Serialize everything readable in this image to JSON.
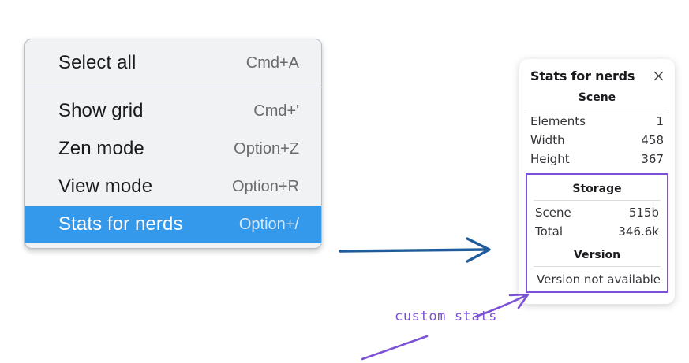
{
  "context_menu": {
    "groups": [
      {
        "items": [
          {
            "label": "Select all",
            "shortcut": "Cmd+A",
            "selected": false
          }
        ]
      },
      {
        "items": [
          {
            "label": "Show grid",
            "shortcut": "Cmd+'",
            "selected": false
          },
          {
            "label": "Zen mode",
            "shortcut": "Option+Z",
            "selected": false
          },
          {
            "label": "View mode",
            "shortcut": "Option+R",
            "selected": false
          },
          {
            "label": "Stats for nerds",
            "shortcut": "Option+/",
            "selected": true
          }
        ]
      }
    ],
    "highlight_color": "#3498eb"
  },
  "stats_panel": {
    "title": "Stats for nerds",
    "close_icon": "close-icon",
    "scene": {
      "heading": "Scene",
      "rows": [
        {
          "label": "Elements",
          "value": "1"
        },
        {
          "label": "Width",
          "value": "458"
        },
        {
          "label": "Height",
          "value": "367"
        }
      ]
    },
    "storage": {
      "heading": "Storage",
      "rows": [
        {
          "label": "Scene",
          "value": "515b"
        },
        {
          "label": "Total",
          "value": "346.6k"
        }
      ]
    },
    "version": {
      "heading": "Version",
      "note": "Version not available"
    },
    "highlight_border_color": "#7c51d6"
  },
  "annotations": {
    "label": "custom stats",
    "blue_arrow_color": "#1f5c99",
    "purple_color": "#7c51d6"
  }
}
